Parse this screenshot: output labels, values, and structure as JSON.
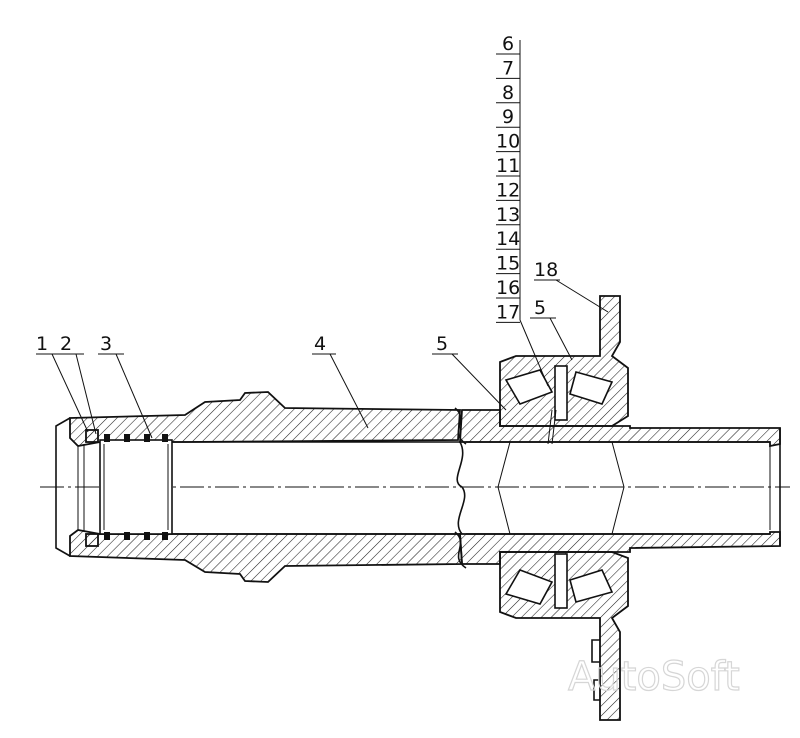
{
  "drawing": {
    "callouts": [
      {
        "id": "c1",
        "text": "1"
      },
      {
        "id": "c2",
        "text": "2"
      },
      {
        "id": "c3",
        "text": "3"
      },
      {
        "id": "c4",
        "text": "4"
      },
      {
        "id": "c5a",
        "text": "5"
      },
      {
        "id": "c5b",
        "text": "5"
      },
      {
        "id": "c18",
        "text": "18"
      }
    ],
    "stack": [
      "6",
      "7",
      "8",
      "9",
      "10",
      "11",
      "12",
      "13",
      "14",
      "15",
      "16",
      "17"
    ]
  },
  "watermark": "AutoSoft"
}
